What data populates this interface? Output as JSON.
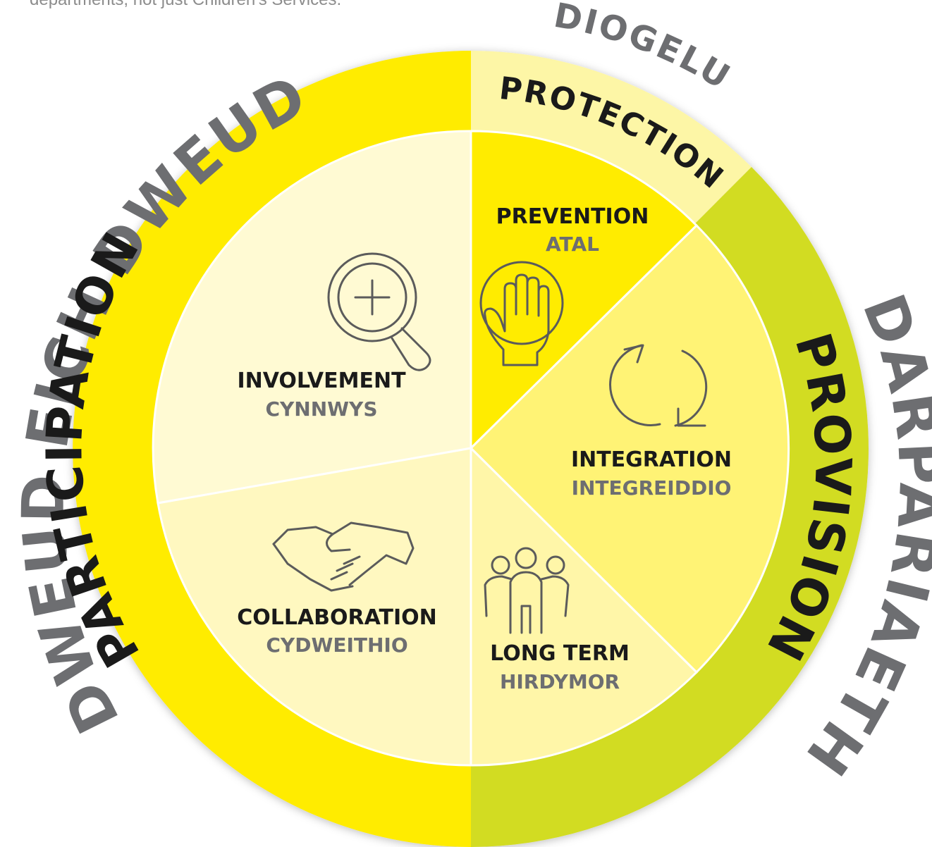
{
  "top_note": "departments, not just Children's Services.",
  "colors": {
    "participation_ring": "#ffec00",
    "protection_ring": "#fdf6a6",
    "provision_ring": "#d2dc24",
    "involvement": "#fffad3",
    "collaboration": "#fff8c0",
    "prevention": "#ffec00",
    "integration": "#fff375",
    "long_term": "#fff6a8",
    "grey_text": "#6d6e71"
  },
  "outer_labels": {
    "left": "DWEUD EICH DWEUD",
    "top": "DIOGELU",
    "right": "DARPARIAETH"
  },
  "ring_labels": {
    "participation": "PARTICIPATION",
    "protection": "PROTECTION",
    "provision": "PROVISION"
  },
  "segments": {
    "involvement": {
      "en": "INVOLVEMENT",
      "cy": "CYNNWYS",
      "icon": "magnifier-plus-icon"
    },
    "collaboration": {
      "en": "COLLABORATION",
      "cy": "CYDWEITHIO",
      "icon": "handshake-icon"
    },
    "prevention": {
      "en": "PREVENTION",
      "cy": "ATAL",
      "icon": "stop-hand-icon"
    },
    "integration": {
      "en": "INTEGRATION",
      "cy": "INTEGREIDDIO",
      "icon": "cycle-arrows-icon"
    },
    "long_term": {
      "en": "LONG TERM",
      "cy": "HIRDYMOR",
      "icon": "group-people-icon"
    }
  }
}
